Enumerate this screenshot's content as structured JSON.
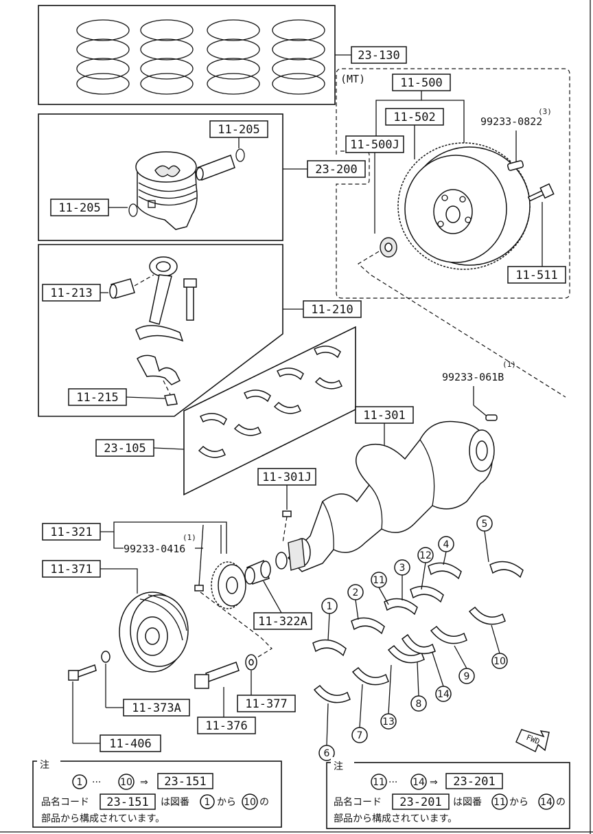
{
  "labels": {
    "piston_rings": "23-130",
    "mt": "(MT)",
    "flywheel_assy": "11-500",
    "flywheel": "11-502",
    "flywheel_kit": "11-500J",
    "dowel_pin_fw": "99233-0822",
    "dowel_pin_fw_qty": "(3)",
    "fw_bolt": "11-511",
    "snap_ring_top": "11-205",
    "snap_ring_left": "11-205",
    "piston_set": "23-200",
    "conrod_bushing": "11-213",
    "conrod": "11-210",
    "conrod_nut": "11-215",
    "bearing_set": "23-105",
    "dowel_pin_crank": "99233-061B",
    "dowel_pin_crank_qty": "(1)",
    "crankshaft": "11-301",
    "crank_key": "11-301J",
    "timing_gear": "11-321",
    "key_pin": "99233-0416",
    "key_pin_qty": "(1)",
    "pulley": "11-371",
    "spacer": "11-322A",
    "washer": "11-373A",
    "washer2": "11-377",
    "pulley_bolt": "11-376",
    "bolt": "11-406",
    "fwd": "FWD"
  },
  "callouts": [
    "1",
    "2",
    "3",
    "4",
    "5",
    "6",
    "7",
    "8",
    "9",
    "10",
    "11",
    "12",
    "13",
    "14"
  ],
  "notes": {
    "left": {
      "head": "注",
      "range_from": "1",
      "range_dots": "···",
      "range_to": "10",
      "arrow": "⇒",
      "ref": "23-151",
      "line2_a": "品名コード",
      "line2_ref": "23-151",
      "line2_b": "は図番",
      "line2_from": "1",
      "line2_c": "から",
      "line2_to": "10",
      "line2_d": "の",
      "line3": "部品から構成されています。"
    },
    "right": {
      "head": "注",
      "range_from": "11",
      "range_dots": "···",
      "range_to": "14",
      "arrow": "⇒",
      "ref": "23-201",
      "line2_a": "品名コード",
      "line2_ref": "23-201",
      "line2_b": "は図番",
      "line2_from": "11",
      "line2_c": "から",
      "line2_to": "14",
      "line2_d": "の",
      "line3": "部品から構成されています。"
    }
  }
}
